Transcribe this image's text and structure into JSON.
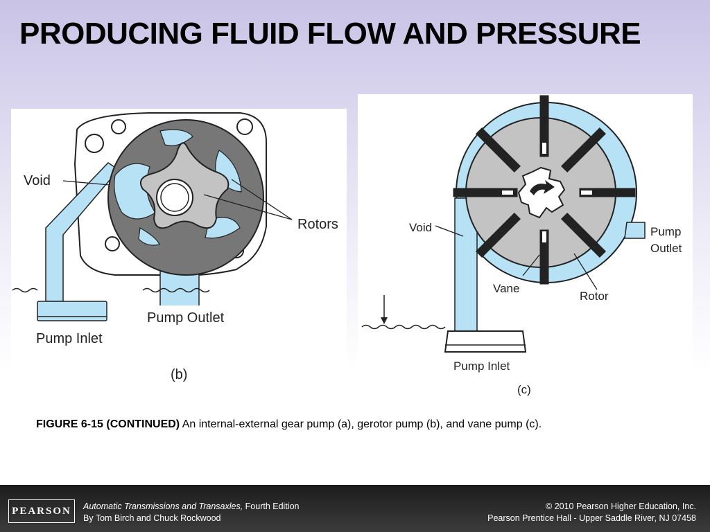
{
  "slide": {
    "title": "PRODUCING FLUID FLOW AND PRESSURE"
  },
  "figure_b": {
    "label_void": "Void",
    "label_rotors": "Rotors",
    "label_pump_outlet": "Pump Outlet",
    "label_pump_inlet": "Pump Inlet",
    "panel_label": "(b)"
  },
  "figure_c": {
    "label_void": "Void",
    "label_pump_outlet_1": "Pump",
    "label_pump_outlet_2": "Outlet",
    "label_vane": "Vane",
    "label_rotor": "Rotor",
    "label_pump_inlet": "Pump Inlet",
    "panel_label": "(c)"
  },
  "caption": {
    "figure_ref": "FIGURE 6-15 (CONTINUED)",
    "text": " An internal-external gear pump (a), gerotor pump (b), and vane pump (c)."
  },
  "footer": {
    "logo": "PEARSON",
    "book_title": "Automatic Transmissions and Transaxles,",
    "edition": " Fourth Edition",
    "authors": "By Tom Birch and Chuck Rockwood",
    "copyright": "© 2010 Pearson Higher Education, Inc.",
    "publisher": "Pearson Prentice Hall - Upper Saddle River, NJ 07458"
  },
  "colors": {
    "fluid": "#b7e2f5",
    "rotor": "#c3c3c3",
    "housing": "#777777",
    "footer_bg": "#2a2a2a"
  }
}
